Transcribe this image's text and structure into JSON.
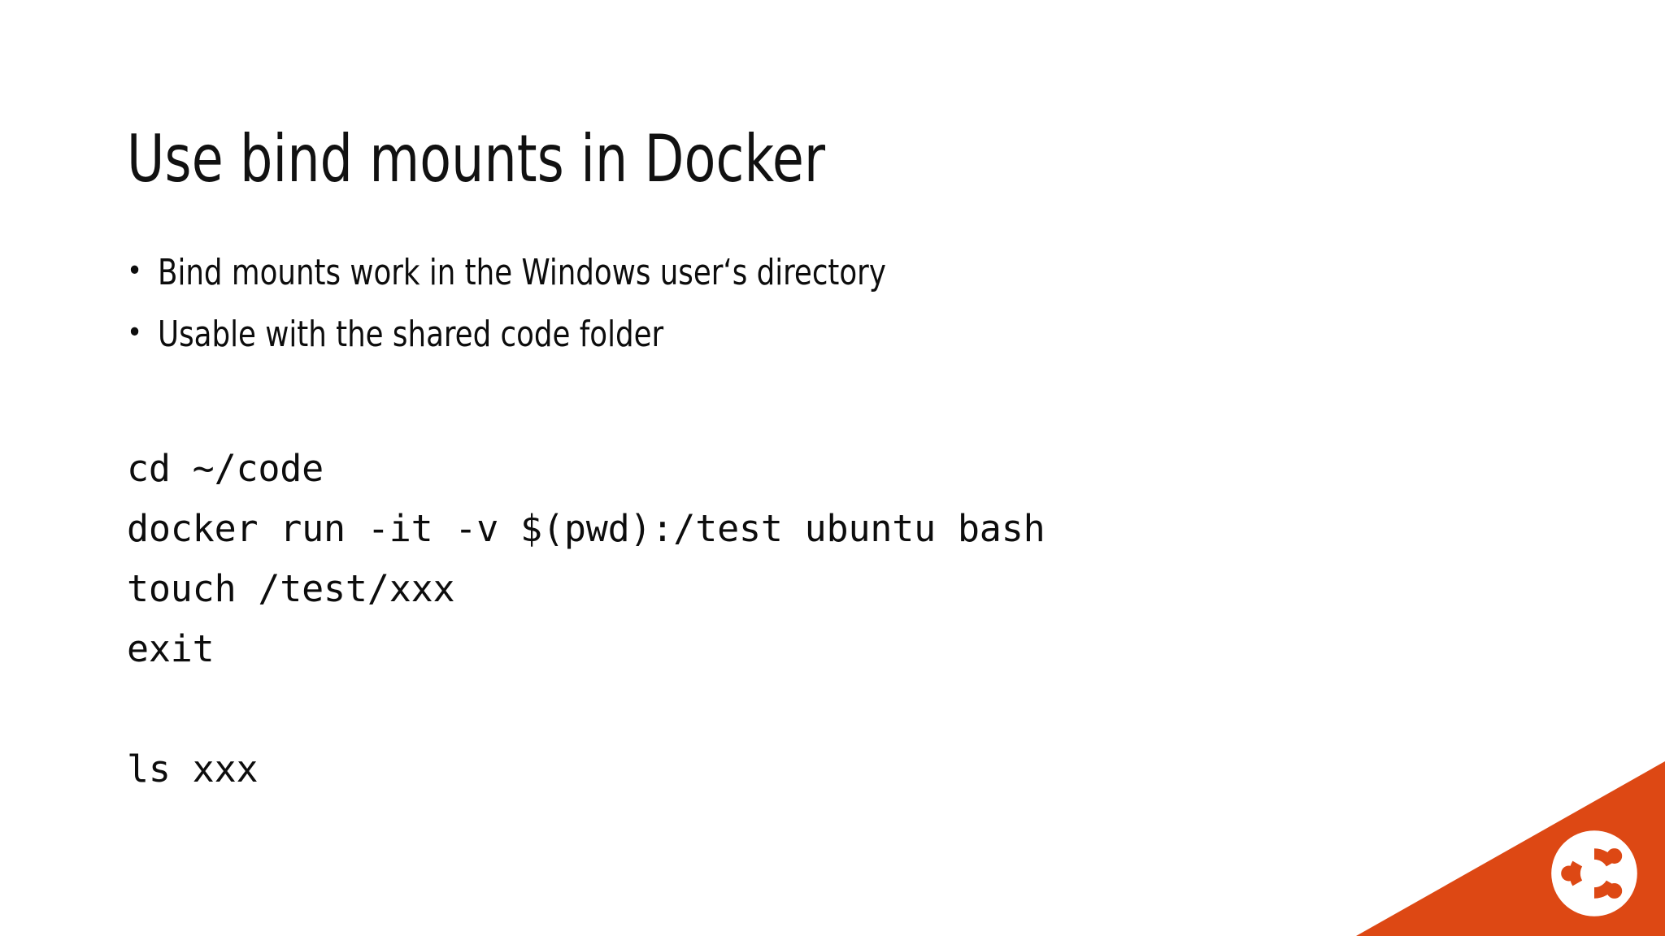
{
  "slide": {
    "title": "Use bind mounts in Docker",
    "bullet_marker": "•",
    "bullets": [
      {
        "text": "Bind mounts work in the Windows user‘s directory"
      },
      {
        "text": "Usable with the shared code folder"
      }
    ],
    "code_lines": [
      {
        "text": "cd ~/code"
      },
      {
        "text": "docker run -it -v $(pwd):/test ubuntu bash"
      },
      {
        "text": "touch /test/xxx"
      },
      {
        "text": "exit"
      },
      {
        "text": " "
      },
      {
        "text": "ls xxx"
      }
    ],
    "decoration": {
      "name": "ubuntu-corner-triangle",
      "triangle_color": "#DD4814",
      "logo_color": "#FFFFFF",
      "logo_name": "ubuntu-circle-of-friends-logo"
    },
    "colors": {
      "background": "#FFFFFF",
      "text": "#0D0D0D",
      "accent": "#DD4814"
    }
  }
}
